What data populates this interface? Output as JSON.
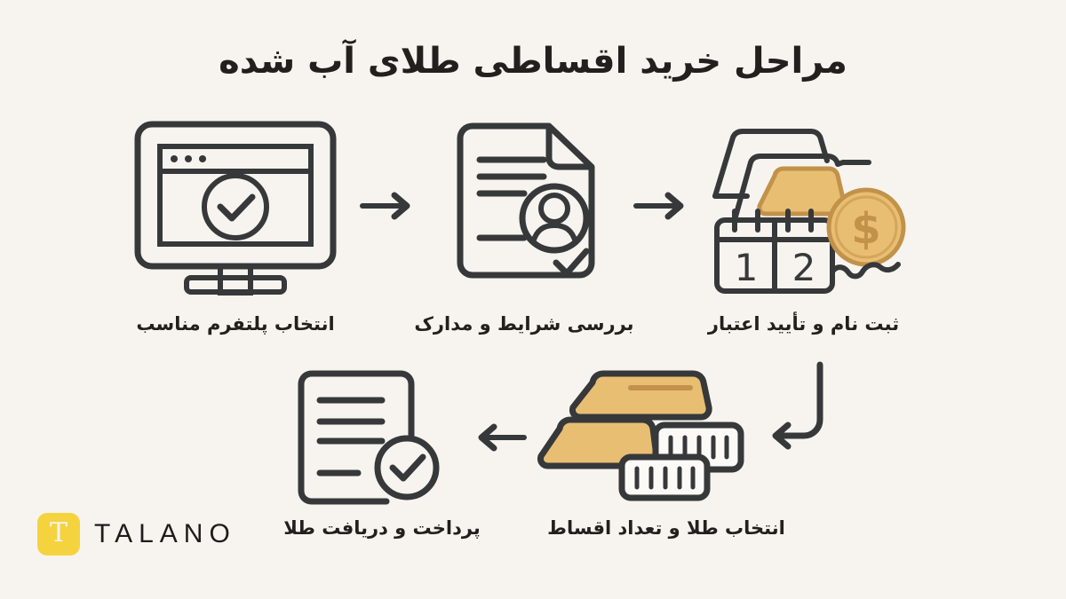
{
  "page": {
    "title": "مراحل خرید اقساطی طلای آب شده",
    "background_color": "#F7F4EF",
    "ink_color": "#36383A",
    "gold_color": "#E8BE72",
    "gold_border_color": "#C2924A",
    "logo_color": "#F5D33F"
  },
  "steps": [
    {
      "order": 1,
      "label": "انتخاب پلتفرم مناسب",
      "icon": "monitor-check-icon"
    },
    {
      "order": 2,
      "label": "بررسی شرایط و مدارک",
      "icon": "document-profile-check-icon"
    },
    {
      "order": 3,
      "label": "ثبت نام و تأیید اعتبار",
      "icon": "calendar-gold-coin-icon",
      "calendar_days": [
        "1",
        "2"
      ],
      "coin_symbol": "$"
    },
    {
      "order": 4,
      "label": "انتخاب طلا و تعداد اقساط",
      "icon": "gold-bars-icon"
    },
    {
      "order": 5,
      "label": "پرداخت و دریافت طلا",
      "icon": "document-check-icon"
    }
  ],
  "connectors": [
    {
      "name": "arrow-step1-to-step2",
      "direction": "right"
    },
    {
      "name": "arrow-step2-to-step3",
      "direction": "right"
    },
    {
      "name": "arrow-step3-to-step4",
      "direction": "elbow-down-left"
    },
    {
      "name": "arrow-step4-to-step5",
      "direction": "left"
    }
  ],
  "logo": {
    "mark_letter": "T",
    "wordmark": "TALANO"
  }
}
